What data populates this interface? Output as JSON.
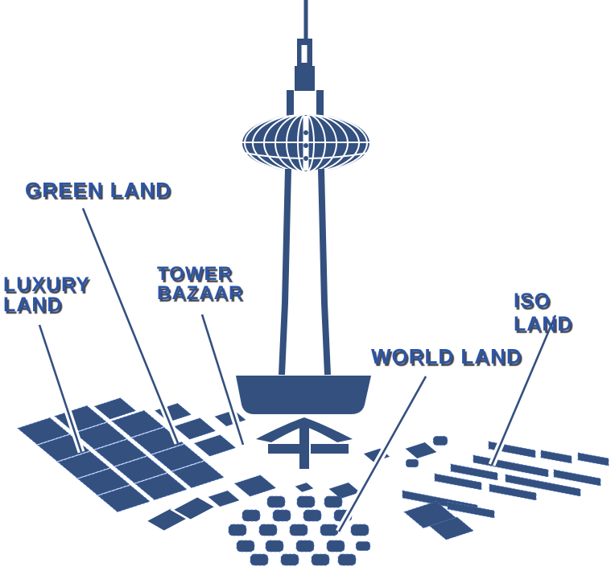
{
  "colors": {
    "background": "#ffffff",
    "navy": "#33507f",
    "label_blue": "#2c55a5",
    "halo_white": "#ffffff",
    "tile_edge": "#4a74c4"
  },
  "zones": {
    "green_land": {
      "label": "GREEN LAND"
    },
    "luxury_land": {
      "line1": "LUXURY",
      "line2": "LAND"
    },
    "tower_bazaar": {
      "line1": "TOWER",
      "line2": "BAZAAR"
    },
    "world_land": {
      "label": "WORLD LAND"
    },
    "iso_land": {
      "label": "ISO LAND"
    }
  },
  "illustration": {
    "tower_icon": "observation-tower",
    "map_style": "isometric-zone-tiles"
  }
}
